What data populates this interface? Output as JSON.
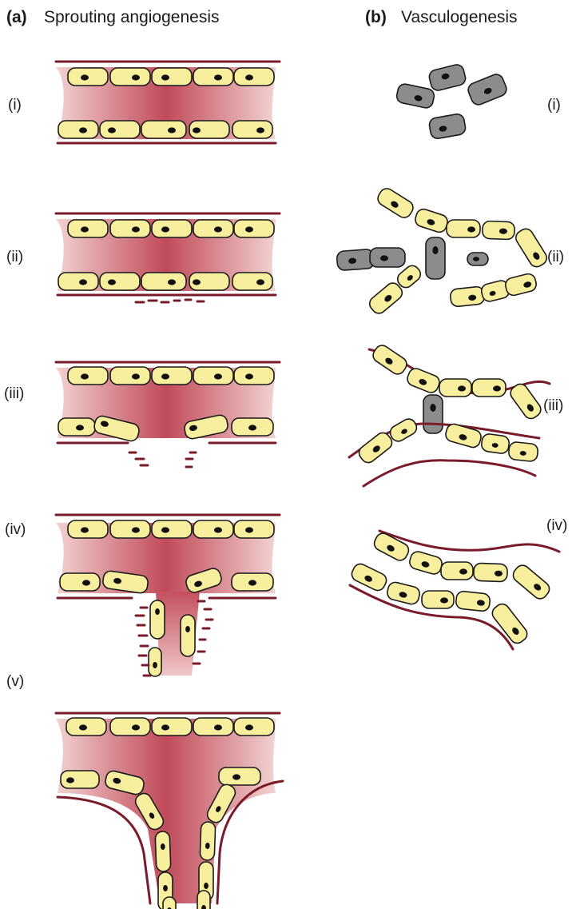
{
  "figure": {
    "panel_a": {
      "letter": "(a)",
      "title": "Sprouting angiogenesis"
    },
    "panel_b": {
      "letter": "(b)",
      "title": "Vasculogenesis"
    },
    "stages_a": [
      "(i)",
      "(ii)",
      "(iii)",
      "(iv)",
      "(v)"
    ],
    "stages_b": [
      "(i)",
      "(ii)",
      "(iii)",
      "(iv)"
    ]
  },
  "colors": {
    "endothelial_cell": "#f7ef9e",
    "precursor_cell": "#8c8c8c",
    "nucleus": "#111111",
    "basement_membrane": "#7a1b2b",
    "lumen_center": "#c14a5a",
    "lumen_edge": "#eec3c3",
    "outline": "#1a1a1a"
  }
}
